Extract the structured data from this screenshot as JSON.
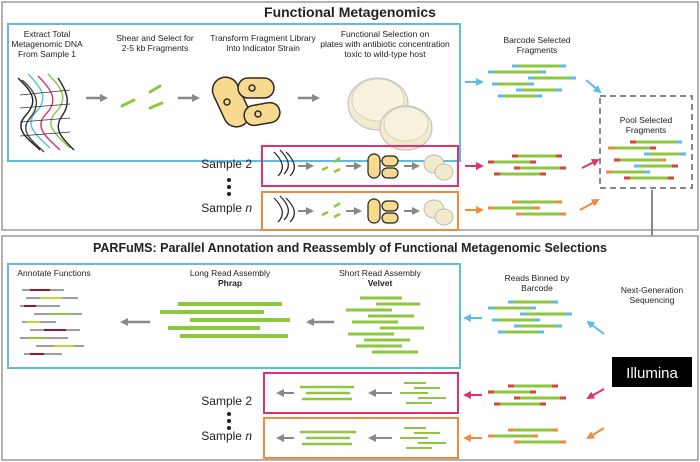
{
  "top": {
    "title": "Functional Metagenomics",
    "steps": [
      {
        "line1": "Extract Total",
        "line2": "Metagenomic DNA",
        "line3": "From Sample 1"
      },
      {
        "line1": "Shear and Select for",
        "line2": "2-5 kb Fragments"
      },
      {
        "line1": "Transform Fragment Library",
        "line2": "Into Indicator Strain"
      },
      {
        "line1": "Functional Selection on",
        "line2": "plates with antibiotic  concentration",
        "line3": "toxic to wild-type host"
      }
    ],
    "barcode_label": {
      "line1": "Barcode Selected",
      "line2": "Fragments"
    },
    "pool_label": {
      "line1": "Pool Selected",
      "line2": "Fragments"
    },
    "sample2": "Sample 2",
    "samplen_prefix": "Sample ",
    "samplen_italic": "n"
  },
  "bottom": {
    "title": "PARFuMS: Parallel Annotation and Reassembly of Functional Metagenomic Selections",
    "annotate": "Annotate Functions",
    "long_read": {
      "line1": "Long Read Assembly",
      "tool": "Phrap"
    },
    "short_read": {
      "line1": "Short Read Assembly",
      "tool": "Velvet"
    },
    "binned": {
      "line1": "Reads Binned by",
      "line2": "Barcode"
    },
    "ngs": {
      "line1": "Next-Generation",
      "line2": "Sequencing"
    },
    "illumina": "Illumina",
    "sample2": "Sample 2",
    "samplen_prefix": "Sample ",
    "samplen_italic": "n"
  },
  "colors": {
    "blue": "#5bbde6",
    "magenta": "#e0326e",
    "orange": "#f08a3c",
    "green": "#8dc63f",
    "red": "#d9433a",
    "grey_border": "#888888",
    "cell_fill": "#f7d98f",
    "cell_stroke": "#2a2a2a"
  }
}
